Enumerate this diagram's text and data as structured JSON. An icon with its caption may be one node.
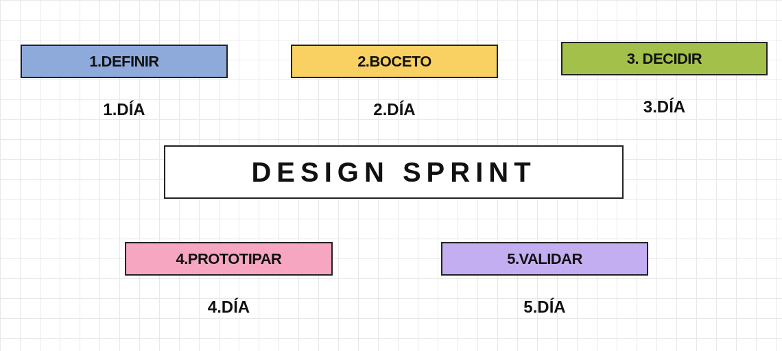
{
  "diagram": {
    "nodes": [
      {
        "text": [
          "1.DEFINIR"
        ],
        "beside": [
          "1.DÍA"
        ]
      },
      {
        "text": [
          "2.BOCETO"
        ],
        "beside": [
          "2.DÍA"
        ]
      },
      {
        "text": [
          "3. DECIDIR"
        ],
        "beside": [
          "3.DÍA"
        ]
      },
      {
        "text": [
          "DESIGN SPRINT"
        ]
      },
      {
        "text": [
          "4.PROTOTIPAR"
        ],
        "beside": [
          "4.DÍA"
        ]
      },
      {
        "text": [
          "5.VALIDAR"
        ],
        "beside": [
          "5.DÍA"
        ]
      }
    ]
  }
}
